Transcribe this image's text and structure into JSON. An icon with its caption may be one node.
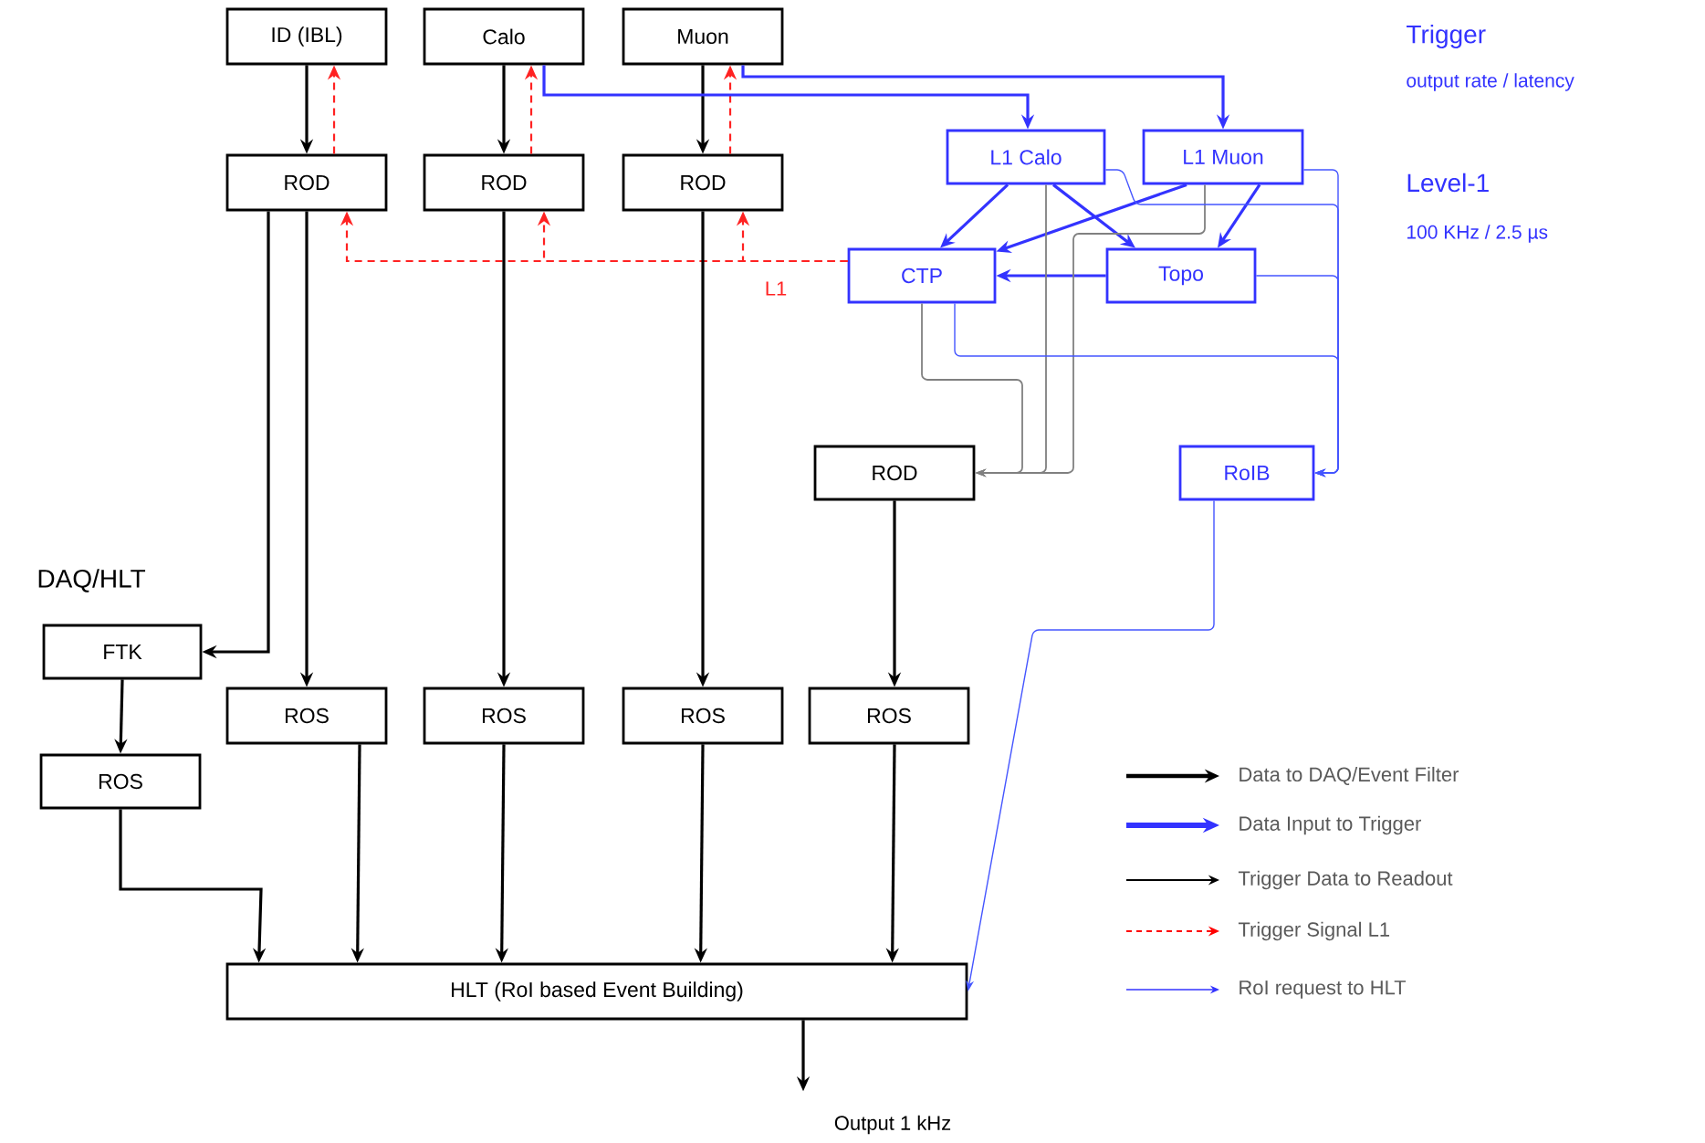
{
  "diagram": {
    "nodes": [
      {
        "text": [
          "ID (IBL)"
        ]
      },
      {
        "text": [
          "Calo"
        ]
      },
      {
        "text": [
          "Muon"
        ]
      },
      {
        "text": [
          "ROD"
        ]
      },
      {
        "text": [
          "ROD"
        ]
      },
      {
        "text": [
          "ROD"
        ]
      },
      {
        "text": [
          "L1 Calo"
        ]
      },
      {
        "text": [
          "L1 Muon"
        ]
      },
      {
        "text": [
          "CTP"
        ]
      },
      {
        "text": [
          "Topo"
        ]
      },
      {
        "text": [
          "ROD"
        ]
      },
      {
        "text": [
          "RoIB"
        ]
      },
      {
        "text": [
          "FTK"
        ]
      },
      {
        "text": [
          "ROS"
        ]
      },
      {
        "text": [
          "ROS"
        ]
      },
      {
        "text": [
          "ROS"
        ]
      },
      {
        "text": [
          "ROS"
        ]
      },
      {
        "text": [
          "ROS"
        ]
      },
      {
        "text": [
          "HLT (RoI based Event Building)"
        ]
      },
      {
        "text": [
          "Output 1 kHz"
        ]
      }
    ],
    "edges": [
      {
        "from": 0,
        "to": 3,
        "arrow": "to"
      },
      {
        "from": 3,
        "to": 0,
        "arrow": "to",
        "style": "dashed",
        "color": "#ff2222"
      },
      {
        "from": 1,
        "to": 4,
        "arrow": "to"
      },
      {
        "from": 4,
        "to": 1,
        "arrow": "to",
        "style": "dashed",
        "color": "#ff2222"
      },
      {
        "from": 2,
        "to": 5,
        "arrow": "to"
      },
      {
        "from": 5,
        "to": 2,
        "arrow": "to",
        "style": "dashed",
        "color": "#ff2222"
      },
      {
        "from": 1,
        "to": 6,
        "arrow": "to",
        "color": "#3333ff"
      },
      {
        "from": 2,
        "to": 7,
        "arrow": "to",
        "color": "#3333ff"
      },
      {
        "from": 8,
        "to": 3,
        "arrow": "to",
        "style": "dashed",
        "color": "#ff2222"
      },
      {
        "from": 8,
        "to": 4,
        "arrow": "to",
        "style": "dashed",
        "color": "#ff2222"
      },
      {
        "from": 8,
        "to": 5,
        "arrow": "to",
        "style": "dashed",
        "color": "#ff2222",
        "label": "L1"
      },
      {
        "from": 6,
        "to": 8,
        "arrow": "to",
        "color": "#3333ff"
      },
      {
        "from": 6,
        "to": 9,
        "arrow": "to",
        "color": "#3333ff"
      },
      {
        "from": 7,
        "to": 8,
        "arrow": "to",
        "color": "#3333ff"
      },
      {
        "from": 7,
        "to": 9,
        "arrow": "to",
        "color": "#3333ff"
      },
      {
        "from": 9,
        "to": 8,
        "arrow": "to",
        "color": "#3333ff"
      },
      {
        "from": 8,
        "to": 10,
        "arrow": "to",
        "color": "#808080"
      },
      {
        "from": 6,
        "to": 10,
        "arrow": "to",
        "color": "#808080"
      },
      {
        "from": 7,
        "to": 10,
        "arrow": "to",
        "color": "#808080"
      },
      {
        "from": 6,
        "to": 11,
        "arrow": "to",
        "color": "#4455ff"
      },
      {
        "from": 7,
        "to": 11,
        "arrow": "to",
        "color": "#4455ff"
      },
      {
        "from": 9,
        "to": 11,
        "arrow": "to",
        "color": "#4455ff"
      },
      {
        "from": 8,
        "to": 11,
        "arrow": "to",
        "color": "#4455ff"
      },
      {
        "from": 3,
        "to": 12,
        "arrow": "to"
      },
      {
        "from": 3,
        "to": 13,
        "arrow": "to"
      },
      {
        "from": 4,
        "to": 14,
        "arrow": "to"
      },
      {
        "from": 5,
        "to": 15,
        "arrow": "to"
      },
      {
        "from": 10,
        "to": 16,
        "arrow": "to"
      },
      {
        "from": 12,
        "to": 17,
        "arrow": "to"
      },
      {
        "from": 17,
        "to": 18,
        "arrow": "to"
      },
      {
        "from": 13,
        "to": 18,
        "arrow": "to"
      },
      {
        "from": 14,
        "to": 18,
        "arrow": "to"
      },
      {
        "from": 15,
        "to": 18,
        "arrow": "to"
      },
      {
        "from": 16,
        "to": 18,
        "arrow": "to"
      },
      {
        "from": 11,
        "to": 18,
        "arrow": "to",
        "color": "#4455ff"
      },
      {
        "from": 18,
        "to": 19,
        "arrow": "to"
      }
    ],
    "labels": [
      "Trigger",
      "output rate / latency",
      "Level-1",
      "100 KHz / 2.5 µs",
      "DAQ/HLT"
    ],
    "legend": [
      {
        "text": "Data to DAQ/Event Filter"
      },
      {
        "text": "Data Input to Trigger"
      },
      {
        "text": "Trigger Data to Readout"
      },
      {
        "text": "Trigger Signal L1"
      },
      {
        "text": "RoI request to HLT"
      }
    ]
  }
}
